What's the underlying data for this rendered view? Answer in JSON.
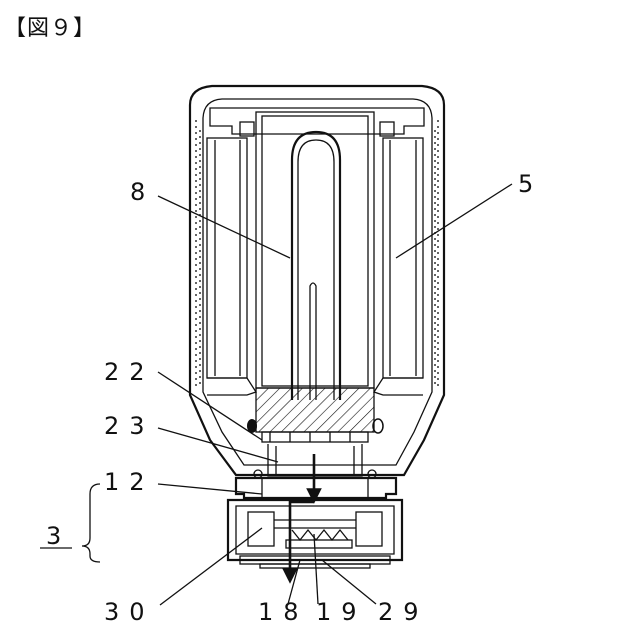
{
  "figure": {
    "title": "【図９】"
  },
  "labels": {
    "r8": "8",
    "r5": "5",
    "r22": "22",
    "r23": "23",
    "r12": "12",
    "r3": "3",
    "r30": "30",
    "r18": "18",
    "r19": "19",
    "r29": "29"
  }
}
